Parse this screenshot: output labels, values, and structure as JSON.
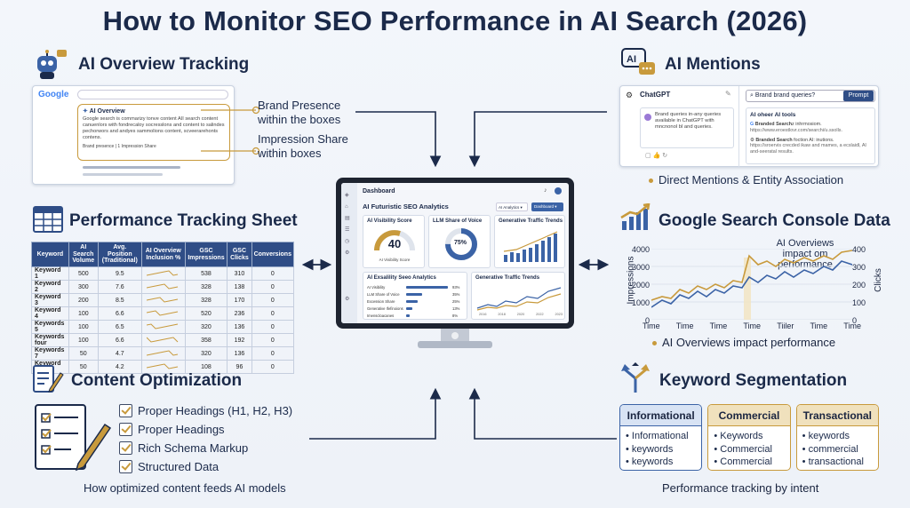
{
  "title": "How to Monitor SEO Performance in AI Search (2026)",
  "ai_overview": {
    "heading": "AI Overview Tracking",
    "google": "Google",
    "box_title": "AI Overview",
    "box_text": "Google search is commarizy tonve content AII search content canuenlors with fondrecaloy socresslons and content to salindes pechorwors and andyes sammolions content, scveerarehonts contens.",
    "box_footer_a": "Brand presence",
    "box_footer_b": "1 Impression Share",
    "callout_1": "Brand Presence within the boxes",
    "callout_2": "Impression Share within boxes"
  },
  "ai_mentions": {
    "heading": "AI Mentions",
    "chat_title": "ChatGPT",
    "chat_text": "Brand queries in-any queries available in ChatGPT with mncnonol bl and queries.",
    "search_placeholder": "Brand brand queries?",
    "prompt_btn": "Prompt",
    "tools_title": "AI oheer AI tools",
    "tool1_bold": "Branded Search",
    "tool1_rest": "z inhrmosiom.",
    "tool1_url": "https://www.eroestlovr.com/searchi/u.ssolls.",
    "tool2_bold": "Branded Search",
    "tool2_rest": " foction AI: inutions.",
    "tool2_url": "https://sroervis crecded ikaw and mames, a ecslaidl, AI and-seeratal results.",
    "caption": "Direct Mentions & Entity Association"
  },
  "perf_sheet": {
    "heading": "Performance Tracking Sheet",
    "columns": [
      "Keyword",
      "AI Search Volume",
      "Avg. Position (Traditional)",
      "AI Overview Inclusion %",
      "GSC Impressions",
      "GSC Clicks",
      "Conversions"
    ],
    "rows": [
      [
        "Keyword 1",
        "500",
        "9.5",
        "",
        "538",
        "310",
        "0"
      ],
      [
        "Keyword 2",
        "300",
        "7.6",
        "",
        "328",
        "138",
        "0"
      ],
      [
        "Keyword 3",
        "200",
        "8.5",
        "",
        "328",
        "170",
        "0"
      ],
      [
        "Keyword 4",
        "100",
        "6.6",
        "",
        "520",
        "236",
        "0"
      ],
      [
        "Keywords 5",
        "100",
        "6.5",
        "",
        "320",
        "136",
        "0"
      ],
      [
        "Keywords four",
        "100",
        "6.6",
        "",
        "358",
        "192",
        "0"
      ],
      [
        "Keywords 7",
        "50",
        "4.7",
        "",
        "320",
        "136",
        "0"
      ],
      [
        "Keyword 8",
        "50",
        "4.2",
        "",
        "108",
        "96",
        "0"
      ]
    ]
  },
  "dashboard": {
    "title": "Dashboard",
    "subtitle": "AI Futuristic SEO Analytics",
    "filter": "AI Analytics",
    "button": "Dashboard",
    "card1_title": "AI Visibility Score",
    "card1_value": "40",
    "card1_caption": "AI Visibility Score",
    "card2_title": "LLM Share of Voice",
    "card2_value": "75%",
    "card3_title": "Generative Traffic Trends",
    "card4_title": "AI Exsalility Seeo Analytics",
    "bars": [
      {
        "label": "AI Visibility",
        "value": "93%"
      },
      {
        "label": "LLM Share of Voice",
        "value": "35%"
      },
      {
        "label": "Excession Share",
        "value": "25%"
      },
      {
        "label": "Generative Ifefinoions",
        "value": "13%"
      },
      {
        "label": "Imenscloacanes",
        "value": "8%"
      }
    ],
    "card5_title": "Generative Traffic Trends",
    "card5_xticks": [
      "2016",
      "2018",
      "2020",
      "2022",
      "2023"
    ]
  },
  "gsc": {
    "heading": "Google Search Console Data",
    "annotation": "AI Overviews impact om performance",
    "ylabel_left": "Impressions",
    "ylabel_right": "Clicks",
    "left_ticks": [
      "4000",
      "3000",
      "2000",
      "1000",
      "0"
    ],
    "right_ticks": [
      "400",
      "300",
      "200",
      "100",
      "0"
    ],
    "x_ticks": [
      "Time",
      "Time",
      "Time",
      "Time",
      "Tiiler",
      "Time",
      "Time"
    ],
    "caption": "AI Overviews impact performance"
  },
  "content": {
    "heading": "Content  Optimization",
    "items": [
      "Proper Headings (H1, H2, H3)",
      "Proper Headings",
      "Rich Schema Markup",
      "Structured Data"
    ],
    "caption": "How optimized content feeds AI models"
  },
  "segmentation": {
    "heading": "Keyword Segmentation",
    "boxes": [
      {
        "title": "Informational",
        "items": [
          "Informational",
          "keywords",
          "keywords"
        ],
        "color": "#3b63a6"
      },
      {
        "title": "Commercial",
        "items": [
          "Keywords",
          "Commercial",
          "Commercial"
        ],
        "color": "#c89a3c"
      },
      {
        "title": "Transactional",
        "items": [
          "keywords",
          "commercial",
          "transactional"
        ],
        "color": "#c89a3c"
      }
    ],
    "caption": "Performance tracking by intent"
  },
  "colors": {
    "navy": "#1b2a4a",
    "blue": "#3b63a6",
    "gold": "#c89a3c"
  }
}
